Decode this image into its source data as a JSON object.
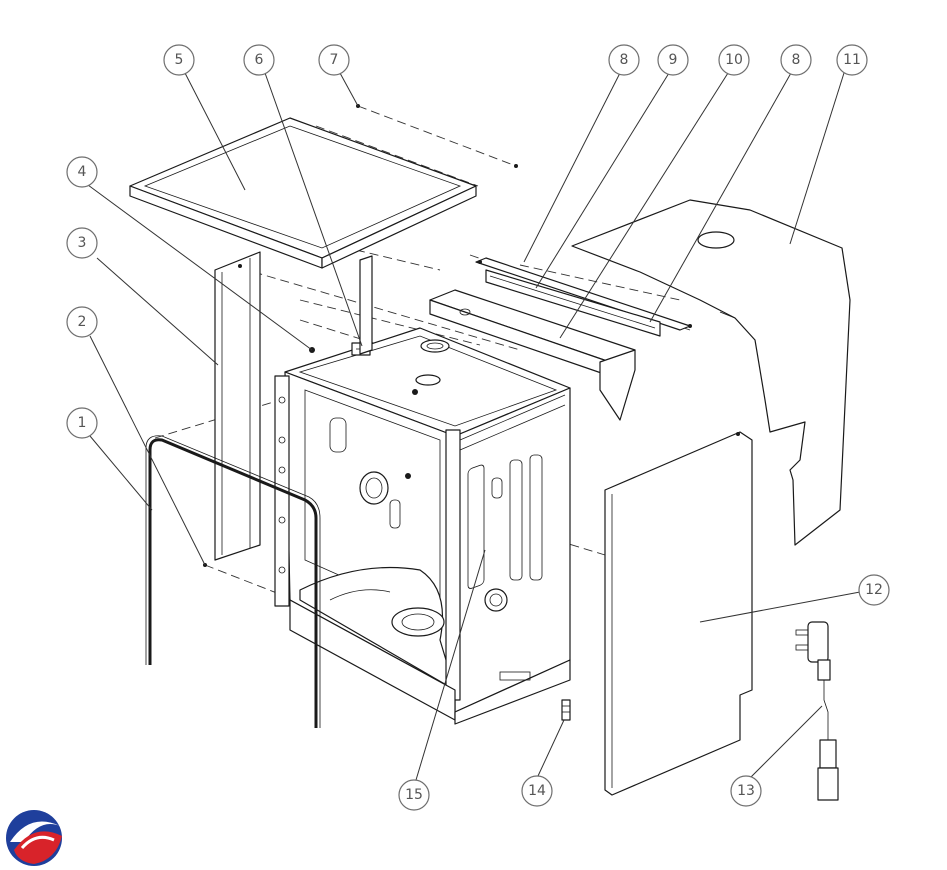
{
  "diagram": {
    "callouts": [
      {
        "id": "1",
        "label": "1"
      },
      {
        "id": "2",
        "label": "2"
      },
      {
        "id": "3",
        "label": "3"
      },
      {
        "id": "4",
        "label": "4"
      },
      {
        "id": "5",
        "label": "5"
      },
      {
        "id": "6",
        "label": "6"
      },
      {
        "id": "7",
        "label": "7"
      },
      {
        "id": "8a",
        "label": "8"
      },
      {
        "id": "9",
        "label": "9"
      },
      {
        "id": "10",
        "label": "10"
      },
      {
        "id": "8b",
        "label": "8"
      },
      {
        "id": "11",
        "label": "11"
      },
      {
        "id": "12",
        "label": "12"
      },
      {
        "id": "13",
        "label": "13"
      },
      {
        "id": "14",
        "label": "14"
      },
      {
        "id": "15",
        "label": "15"
      }
    ],
    "logo": {
      "name": "brand-logo",
      "colors": [
        "#1f3f9c",
        "#d8232a"
      ]
    },
    "colors": {
      "line": "#1a1a1a",
      "callout": "#6e6e6e"
    }
  }
}
